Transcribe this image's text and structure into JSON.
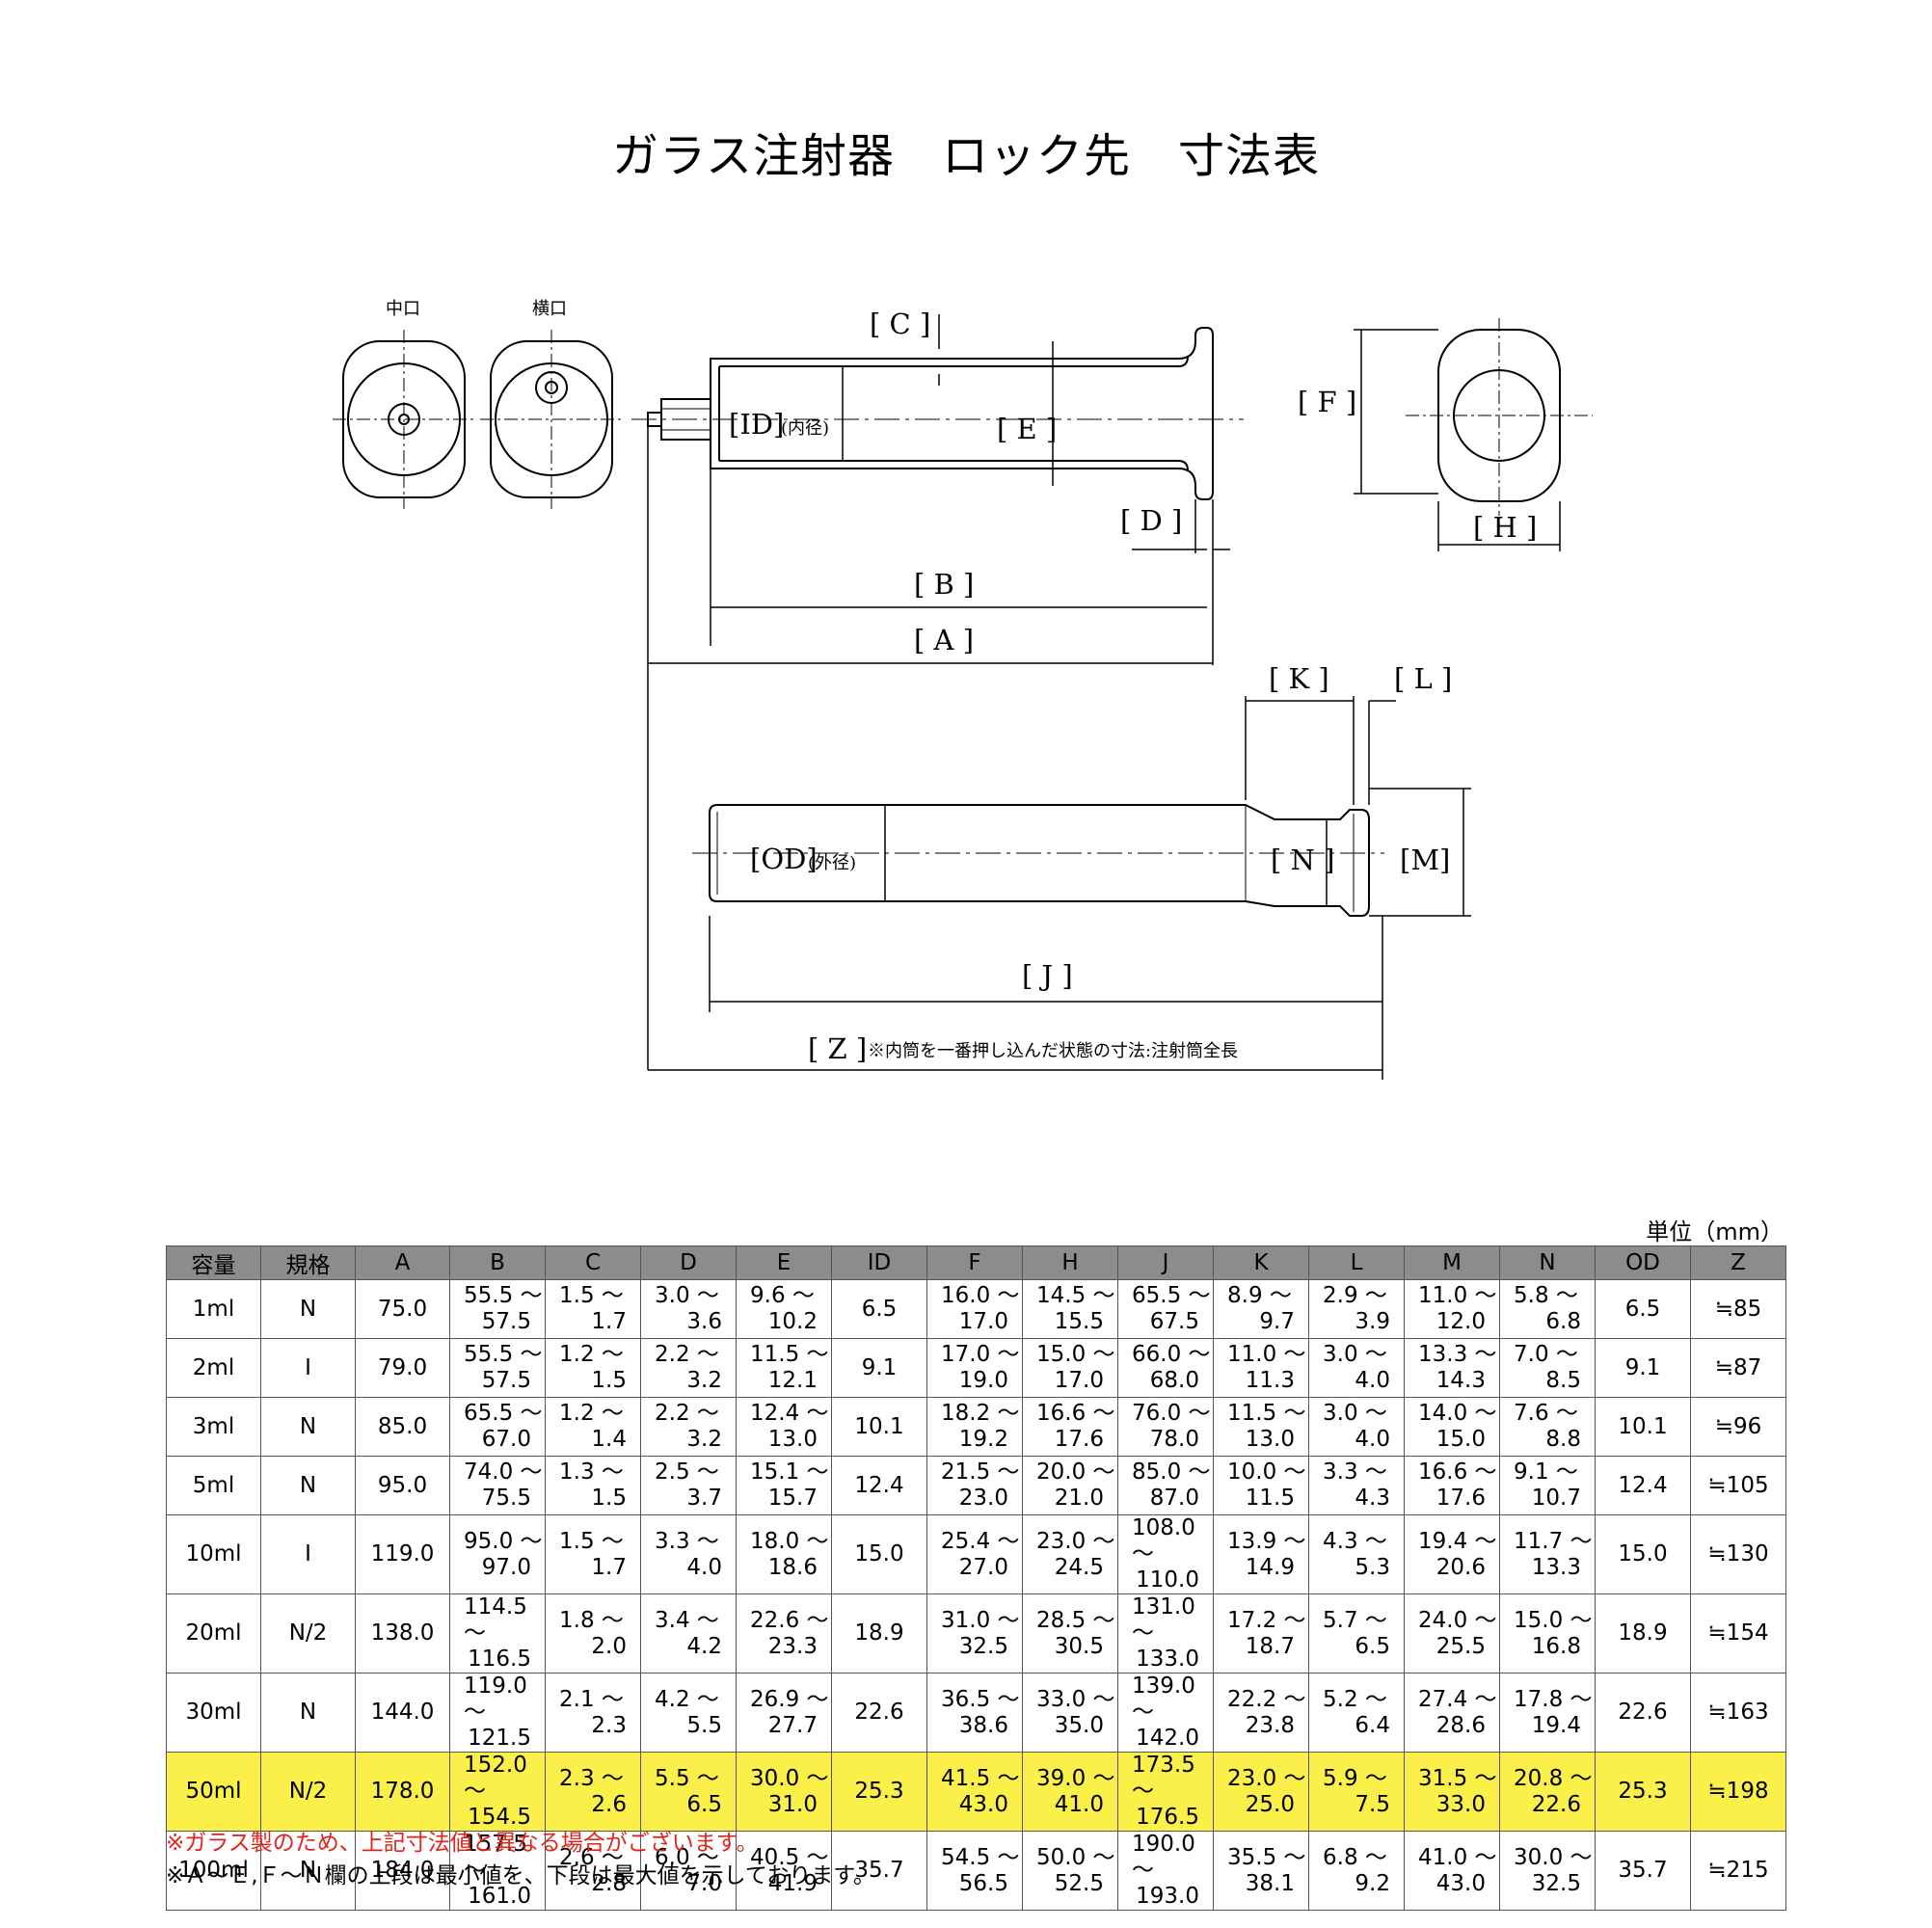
{
  "title": "ガラス注射器　ロック先　寸法表",
  "drawing": {
    "end_labels": [
      "中口",
      "横口"
    ],
    "dims": {
      "C": "[ C ]",
      "ID": "[ID]",
      "ID_note": "(内径)",
      "E": "[ E ]",
      "D": "[ D ]",
      "B": "[ B ]",
      "A": "[ A ]",
      "F": "[ F ]",
      "H": "[ H ]",
      "K": "[ K ]",
      "L": "[ L ]",
      "OD": "[OD]",
      "OD_note": "(外径)",
      "N": "[ N ]",
      "M": "[M]",
      "J": "[ J ]",
      "Z": "[ Z ]",
      "Z_note": "※内筒を一番押し込んだ状態の寸法:注射筒全長"
    }
  },
  "unit": "単位（mm）",
  "table": {
    "headers": [
      "容量",
      "規格",
      "A",
      "B",
      "C",
      "D",
      "E",
      "ID",
      "F",
      "H",
      "J",
      "K",
      "L",
      "M",
      "N",
      "OD",
      "Z"
    ],
    "rows": [
      [
        "1ml",
        "N",
        "75.0",
        [
          "55.5 〜",
          "57.5"
        ],
        [
          "1.5 〜",
          "1.7"
        ],
        [
          "3.0 〜",
          "3.6"
        ],
        [
          "9.6 〜",
          "10.2"
        ],
        "6.5",
        [
          "16.0 〜",
          "17.0"
        ],
        [
          "14.5 〜",
          "15.5"
        ],
        [
          "65.5 〜",
          "67.5"
        ],
        [
          "8.9 〜",
          "9.7"
        ],
        [
          "2.9 〜",
          "3.9"
        ],
        [
          "11.0 〜",
          "12.0"
        ],
        [
          "5.8 〜",
          "6.8"
        ],
        "6.5",
        "≒85"
      ],
      [
        "2ml",
        "I",
        "79.0",
        [
          "55.5 〜",
          "57.5"
        ],
        [
          "1.2 〜",
          "1.5"
        ],
        [
          "2.2 〜",
          "3.2"
        ],
        [
          "11.5 〜",
          "12.1"
        ],
        "9.1",
        [
          "17.0 〜",
          "19.0"
        ],
        [
          "15.0 〜",
          "17.0"
        ],
        [
          "66.0 〜",
          "68.0"
        ],
        [
          "11.0 〜",
          "11.3"
        ],
        [
          "3.0 〜",
          "4.0"
        ],
        [
          "13.3 〜",
          "14.3"
        ],
        [
          "7.0 〜",
          "8.5"
        ],
        "9.1",
        "≒87"
      ],
      [
        "3ml",
        "N",
        "85.0",
        [
          "65.5 〜",
          "67.0"
        ],
        [
          "1.2 〜",
          "1.4"
        ],
        [
          "2.2 〜",
          "3.2"
        ],
        [
          "12.4 〜",
          "13.0"
        ],
        "10.1",
        [
          "18.2 〜",
          "19.2"
        ],
        [
          "16.6 〜",
          "17.6"
        ],
        [
          "76.0 〜",
          "78.0"
        ],
        [
          "11.5 〜",
          "13.0"
        ],
        [
          "3.0 〜",
          "4.0"
        ],
        [
          "14.0 〜",
          "15.0"
        ],
        [
          "7.6 〜",
          "8.8"
        ],
        "10.1",
        "≒96"
      ],
      [
        "5ml",
        "N",
        "95.0",
        [
          "74.0 〜",
          "75.5"
        ],
        [
          "1.3 〜",
          "1.5"
        ],
        [
          "2.5 〜",
          "3.7"
        ],
        [
          "15.1 〜",
          "15.7"
        ],
        "12.4",
        [
          "21.5 〜",
          "23.0"
        ],
        [
          "20.0 〜",
          "21.0"
        ],
        [
          "85.0 〜",
          "87.0"
        ],
        [
          "10.0 〜",
          "11.5"
        ],
        [
          "3.3 〜",
          "4.3"
        ],
        [
          "16.6 〜",
          "17.6"
        ],
        [
          "9.1 〜",
          "10.7"
        ],
        "12.4",
        "≒105"
      ],
      [
        "10ml",
        "I",
        "119.0",
        [
          "95.0 〜",
          "97.0"
        ],
        [
          "1.5 〜",
          "1.7"
        ],
        [
          "3.3 〜",
          "4.0"
        ],
        [
          "18.0 〜",
          "18.6"
        ],
        "15.0",
        [
          "25.4 〜",
          "27.0"
        ],
        [
          "23.0 〜",
          "24.5"
        ],
        [
          "108.0 〜",
          "110.0"
        ],
        [
          "13.9 〜",
          "14.9"
        ],
        [
          "4.3 〜",
          "5.3"
        ],
        [
          "19.4 〜",
          "20.6"
        ],
        [
          "11.7 〜",
          "13.3"
        ],
        "15.0",
        "≒130"
      ],
      [
        "20ml",
        "N/2",
        "138.0",
        [
          "114.5 〜",
          "116.5"
        ],
        [
          "1.8 〜",
          "2.0"
        ],
        [
          "3.4 〜",
          "4.2"
        ],
        [
          "22.6 〜",
          "23.3"
        ],
        "18.9",
        [
          "31.0 〜",
          "32.5"
        ],
        [
          "28.5 〜",
          "30.5"
        ],
        [
          "131.0 〜",
          "133.0"
        ],
        [
          "17.2 〜",
          "18.7"
        ],
        [
          "5.7 〜",
          "6.5"
        ],
        [
          "24.0 〜",
          "25.5"
        ],
        [
          "15.0 〜",
          "16.8"
        ],
        "18.9",
        "≒154"
      ],
      [
        "30ml",
        "N",
        "144.0",
        [
          "119.0 〜",
          "121.5"
        ],
        [
          "2.1 〜",
          "2.3"
        ],
        [
          "4.2 〜",
          "5.5"
        ],
        [
          "26.9 〜",
          "27.7"
        ],
        "22.6",
        [
          "36.5 〜",
          "38.6"
        ],
        [
          "33.0 〜",
          "35.0"
        ],
        [
          "139.0 〜",
          "142.0"
        ],
        [
          "22.2 〜",
          "23.8"
        ],
        [
          "5.2 〜",
          "6.4"
        ],
        [
          "27.4 〜",
          "28.6"
        ],
        [
          "17.8 〜",
          "19.4"
        ],
        "22.6",
        "≒163"
      ],
      [
        "50ml",
        "N/2",
        "178.0",
        [
          "152.0 〜",
          "154.5"
        ],
        [
          "2.3 〜",
          "2.6"
        ],
        [
          "5.5 〜",
          "6.5"
        ],
        [
          "30.0 〜",
          "31.0"
        ],
        "25.3",
        [
          "41.5 〜",
          "43.0"
        ],
        [
          "39.0 〜",
          "41.0"
        ],
        [
          "173.5 〜",
          "176.5"
        ],
        [
          "23.0 〜",
          "25.0"
        ],
        [
          "5.9 〜",
          "7.5"
        ],
        [
          "31.5 〜",
          "33.0"
        ],
        [
          "20.8 〜",
          "22.6"
        ],
        "25.3",
        "≒198"
      ],
      [
        "100ml",
        "N",
        "184.0",
        [
          "157.5 〜",
          "161.0"
        ],
        [
          "2.6 〜",
          "2.8"
        ],
        [
          "6.0 〜",
          "7.0"
        ],
        [
          "40.5 〜",
          "41.9"
        ],
        "35.7",
        [
          "54.5 〜",
          "56.5"
        ],
        [
          "50.0 〜",
          "52.5"
        ],
        [
          "190.0 〜",
          "193.0"
        ],
        [
          "35.5 〜",
          "38.1"
        ],
        [
          "6.8 〜",
          "9.2"
        ],
        [
          "41.0 〜",
          "43.0"
        ],
        [
          "30.0 〜",
          "32.5"
        ],
        "35.7",
        "≒215"
      ]
    ],
    "highlight_row": "50ml",
    "highlight_color": "#fbf04a",
    "header_color": "#8c8c8c"
  },
  "notes": [
    "※ガラス製のため、上記寸法値と異なる場合がございます。",
    "※Ａ〜Ｅ,Ｆ〜Ｎ欄の上段は最小値を、下段は最大値を示しております。"
  ],
  "note_color": "#e0241b"
}
